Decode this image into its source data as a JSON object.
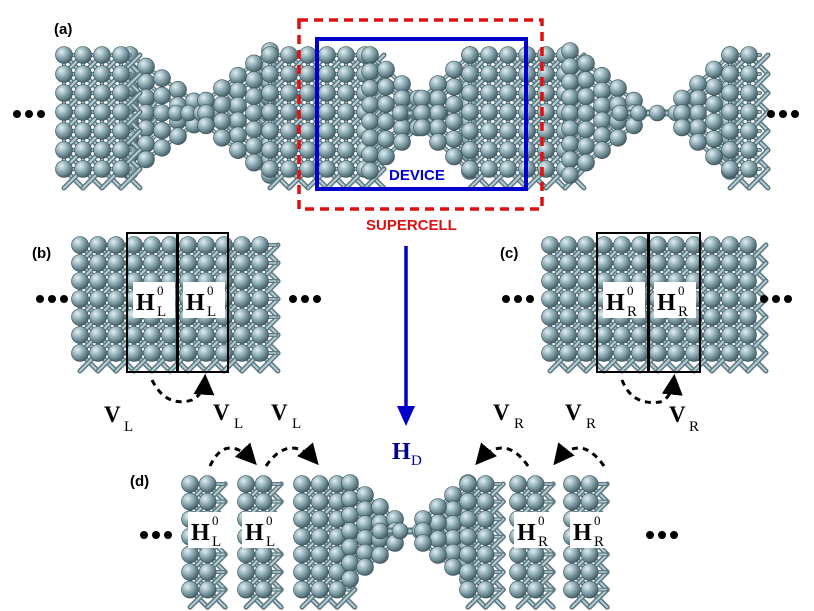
{
  "panels": {
    "a": "(a)",
    "b": "(b)",
    "c": "(c)",
    "d": "(d)"
  },
  "labels": {
    "device": "DEVICE",
    "supercell": "SUPERCELL"
  },
  "symbols": {
    "H": "H",
    "V": "V",
    "sup0": "0",
    "subL": "L",
    "subR": "R",
    "subD": "D"
  },
  "colors": {
    "atom": "#7b9aa4",
    "atom_light": "#c3d6dc",
    "atom_dark": "#3f5a62",
    "device_box": "#0000cc",
    "supercell_box": "#dd1111",
    "arrow": "#0000cc"
  }
}
